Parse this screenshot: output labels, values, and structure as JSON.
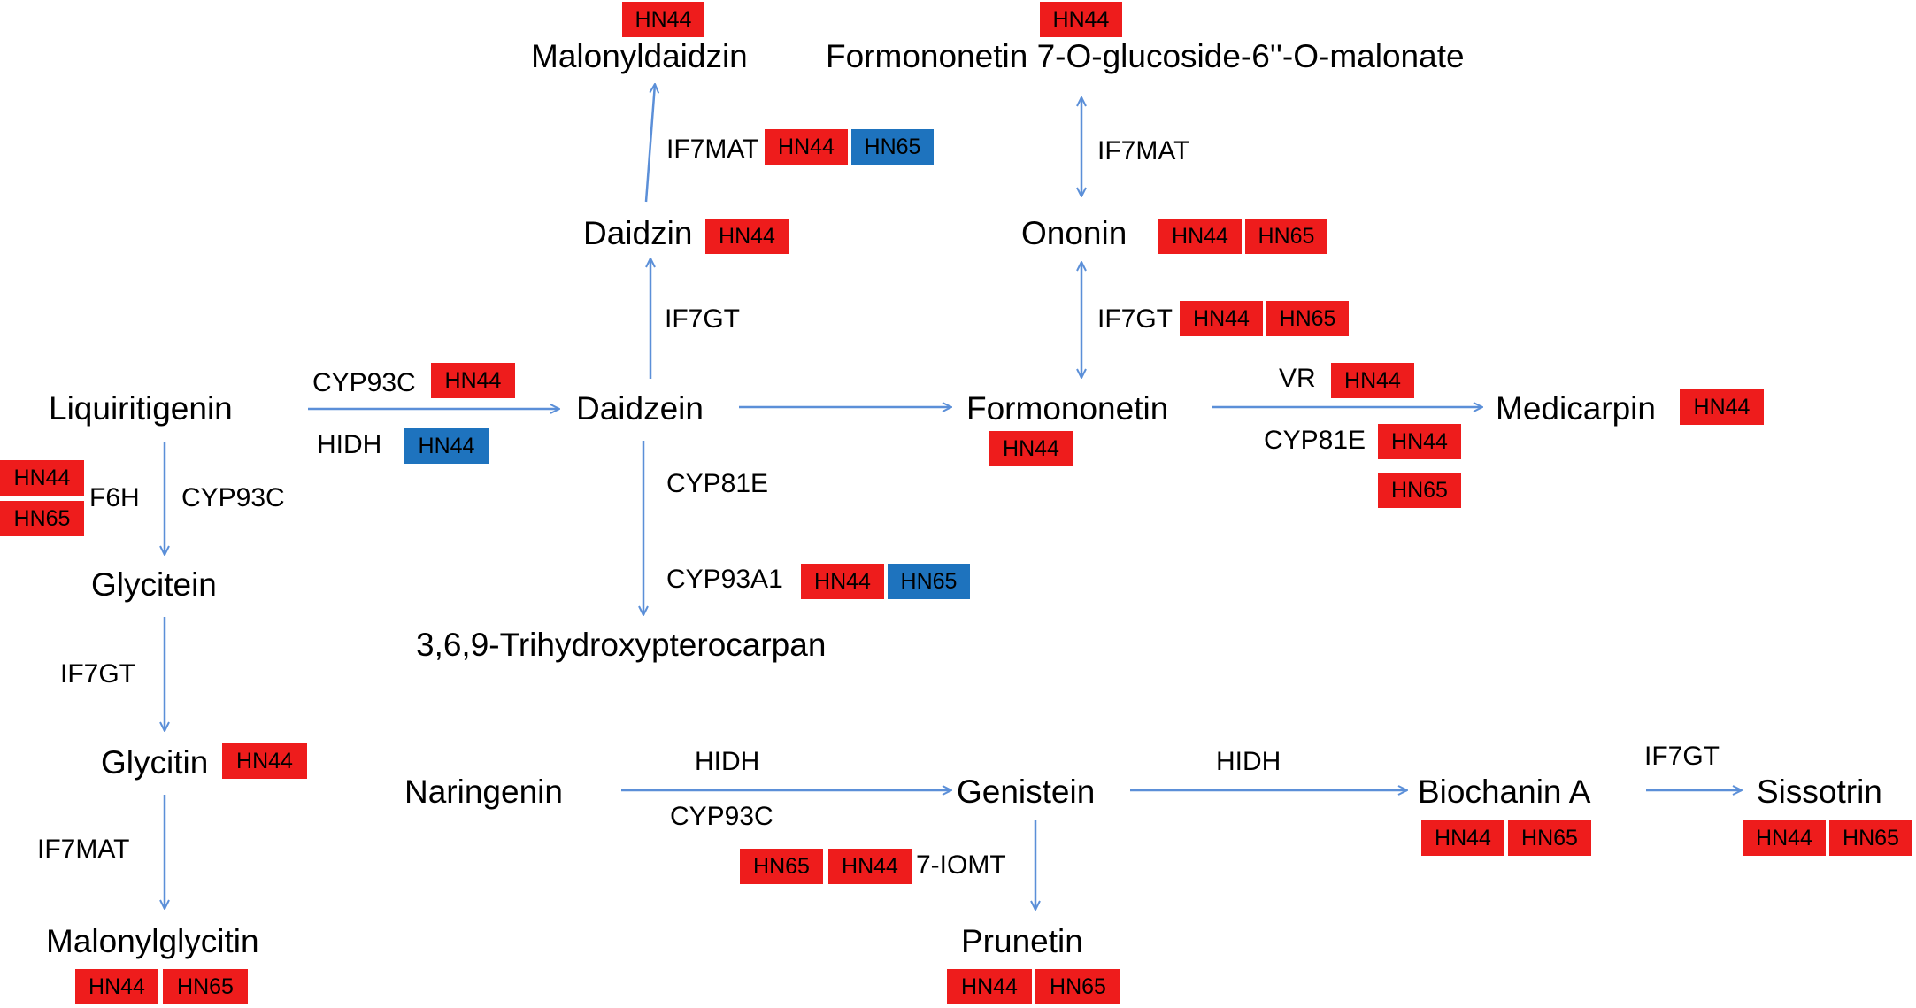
{
  "colors": {
    "arrow": "#5b8fd8",
    "hn44_tag": "#ee1c1c",
    "hn65_tag": "#1e73be",
    "text": "#000000"
  },
  "compounds": {
    "malonyldaidzin": "Malonyldaidzin",
    "formononetin_glucoside_malonate": "Formononetin 7-O-glucoside-6''-O-malonate",
    "daidzin": "Daidzin",
    "ononin": "Ononin",
    "liquiritigenin": "Liquiritigenin",
    "daidzein": "Daidzein",
    "formononetin": "Formononetin",
    "medicarpin": "Medicarpin",
    "glycitein": "Glycitein",
    "trihydroxypterocarpan": "3,6,9-Trihydroxypterocarpan",
    "glycitin": "Glycitin",
    "naringenin": "Naringenin",
    "genistein": "Genistein",
    "biochanin_a": "Biochanin A",
    "sissotrin": "Sissotrin",
    "malonylglycitin": "Malonylglycitin",
    "prunetin": "Prunetin"
  },
  "enzymes": {
    "if7mat_daidzin": "IF7MAT",
    "if7mat_ononin": "IF7MAT",
    "if7gt_daidzein": "IF7GT",
    "if7gt_formononetin": "IF7GT",
    "cyp93c_top": "CYP93C",
    "hidh_liq": "HIDH",
    "vr": "VR",
    "cyp81e_medicarpin": "CYP81E",
    "f6h": "F6H",
    "cyp93c_glycitein": "CYP93C",
    "cyp81e_daidzein": "CYP81E",
    "cyp93a1": "CYP93A1",
    "if7gt_glycitein": "IF7GT",
    "if7mat_glycitin": "IF7MAT",
    "hidh_naringenin": "HIDH",
    "cyp93c_naringenin": "CYP93C",
    "hidh_genistein": "HIDH",
    "if7gt_biochanin": "IF7GT",
    "iomt": "7-IOMT"
  },
  "tags": {
    "malonyldaidzin": [
      "HN44"
    ],
    "formononetin_glucoside_malonate": [
      "HN44"
    ],
    "if7mat_daidzin": [
      "HN44",
      "HN65"
    ],
    "daidzin": [
      "HN44"
    ],
    "ononin": [
      "HN44",
      "HN65"
    ],
    "if7gt_formononetin": [
      "HN44",
      "HN65"
    ],
    "cyp93c_top": [
      "HN44"
    ],
    "vr": [
      "HN44"
    ],
    "medicarpin": [
      "HN44"
    ],
    "hidh_liq": [
      "HN44"
    ],
    "formononetin": [
      "HN44"
    ],
    "cyp81e_medicarpin": [
      "HN44",
      "HN65"
    ],
    "f6h": [
      "HN44",
      "HN65"
    ],
    "cyp93a1": [
      "HN44",
      "HN65"
    ],
    "glycitin": [
      "HN44"
    ],
    "biochanin_a": [
      "HN44",
      "HN65"
    ],
    "sissotrin": [
      "HN44",
      "HN65"
    ],
    "iomt": [
      "HN65",
      "HN44"
    ],
    "malonylglycitin": [
      "HN44",
      "HN65"
    ],
    "prunetin": [
      "HN44",
      "HN65"
    ]
  }
}
